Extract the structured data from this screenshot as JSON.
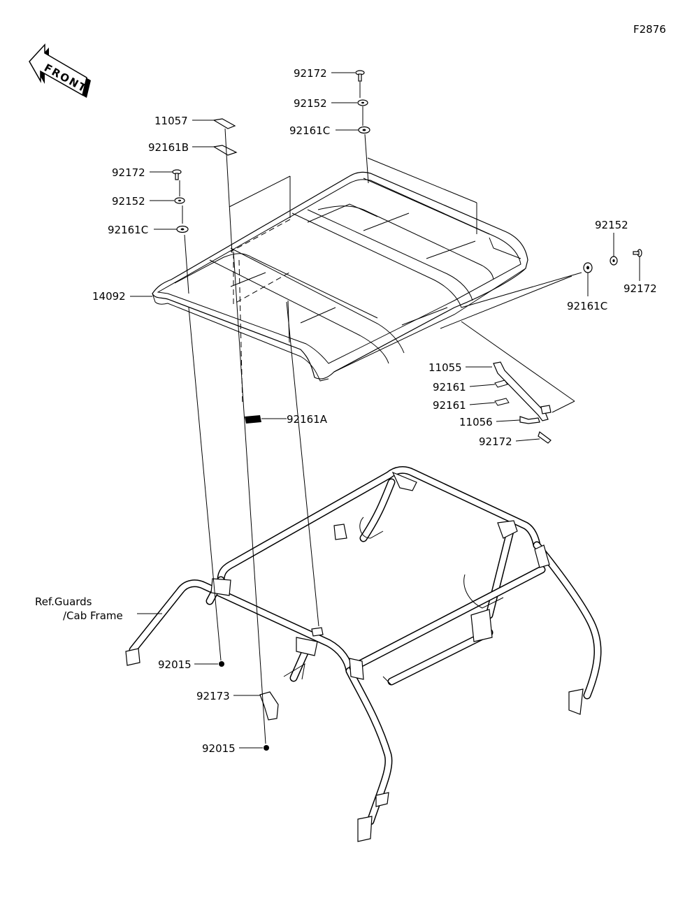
{
  "figure_code": "F2876",
  "front_label": "FRONT",
  "callouts": [
    {
      "id": "c1",
      "label": "92172"
    },
    {
      "id": "c2",
      "label": "92152"
    },
    {
      "id": "c3",
      "label": "92161C"
    },
    {
      "id": "c4",
      "label": "11057"
    },
    {
      "id": "c5",
      "label": "92161B"
    },
    {
      "id": "c6",
      "label": "92172"
    },
    {
      "id": "c7",
      "label": "92152"
    },
    {
      "id": "c8",
      "label": "92161C"
    },
    {
      "id": "c9",
      "label": "14092"
    },
    {
      "id": "c10",
      "label": "92152"
    },
    {
      "id": "c11",
      "label": "92172"
    },
    {
      "id": "c12",
      "label": "92161C"
    },
    {
      "id": "c13",
      "label": "11055"
    },
    {
      "id": "c14",
      "label": "92161"
    },
    {
      "id": "c15",
      "label": "92161"
    },
    {
      "id": "c16",
      "label": "11056"
    },
    {
      "id": "c17",
      "label": "92172"
    },
    {
      "id": "c18",
      "label": "92161A"
    },
    {
      "id": "c21",
      "label": "92015"
    },
    {
      "id": "c22",
      "label": "92173"
    },
    {
      "id": "c23",
      "label": "92015"
    }
  ],
  "reference": {
    "line1": "Ref.Guards",
    "line2": "/Cab Frame"
  }
}
